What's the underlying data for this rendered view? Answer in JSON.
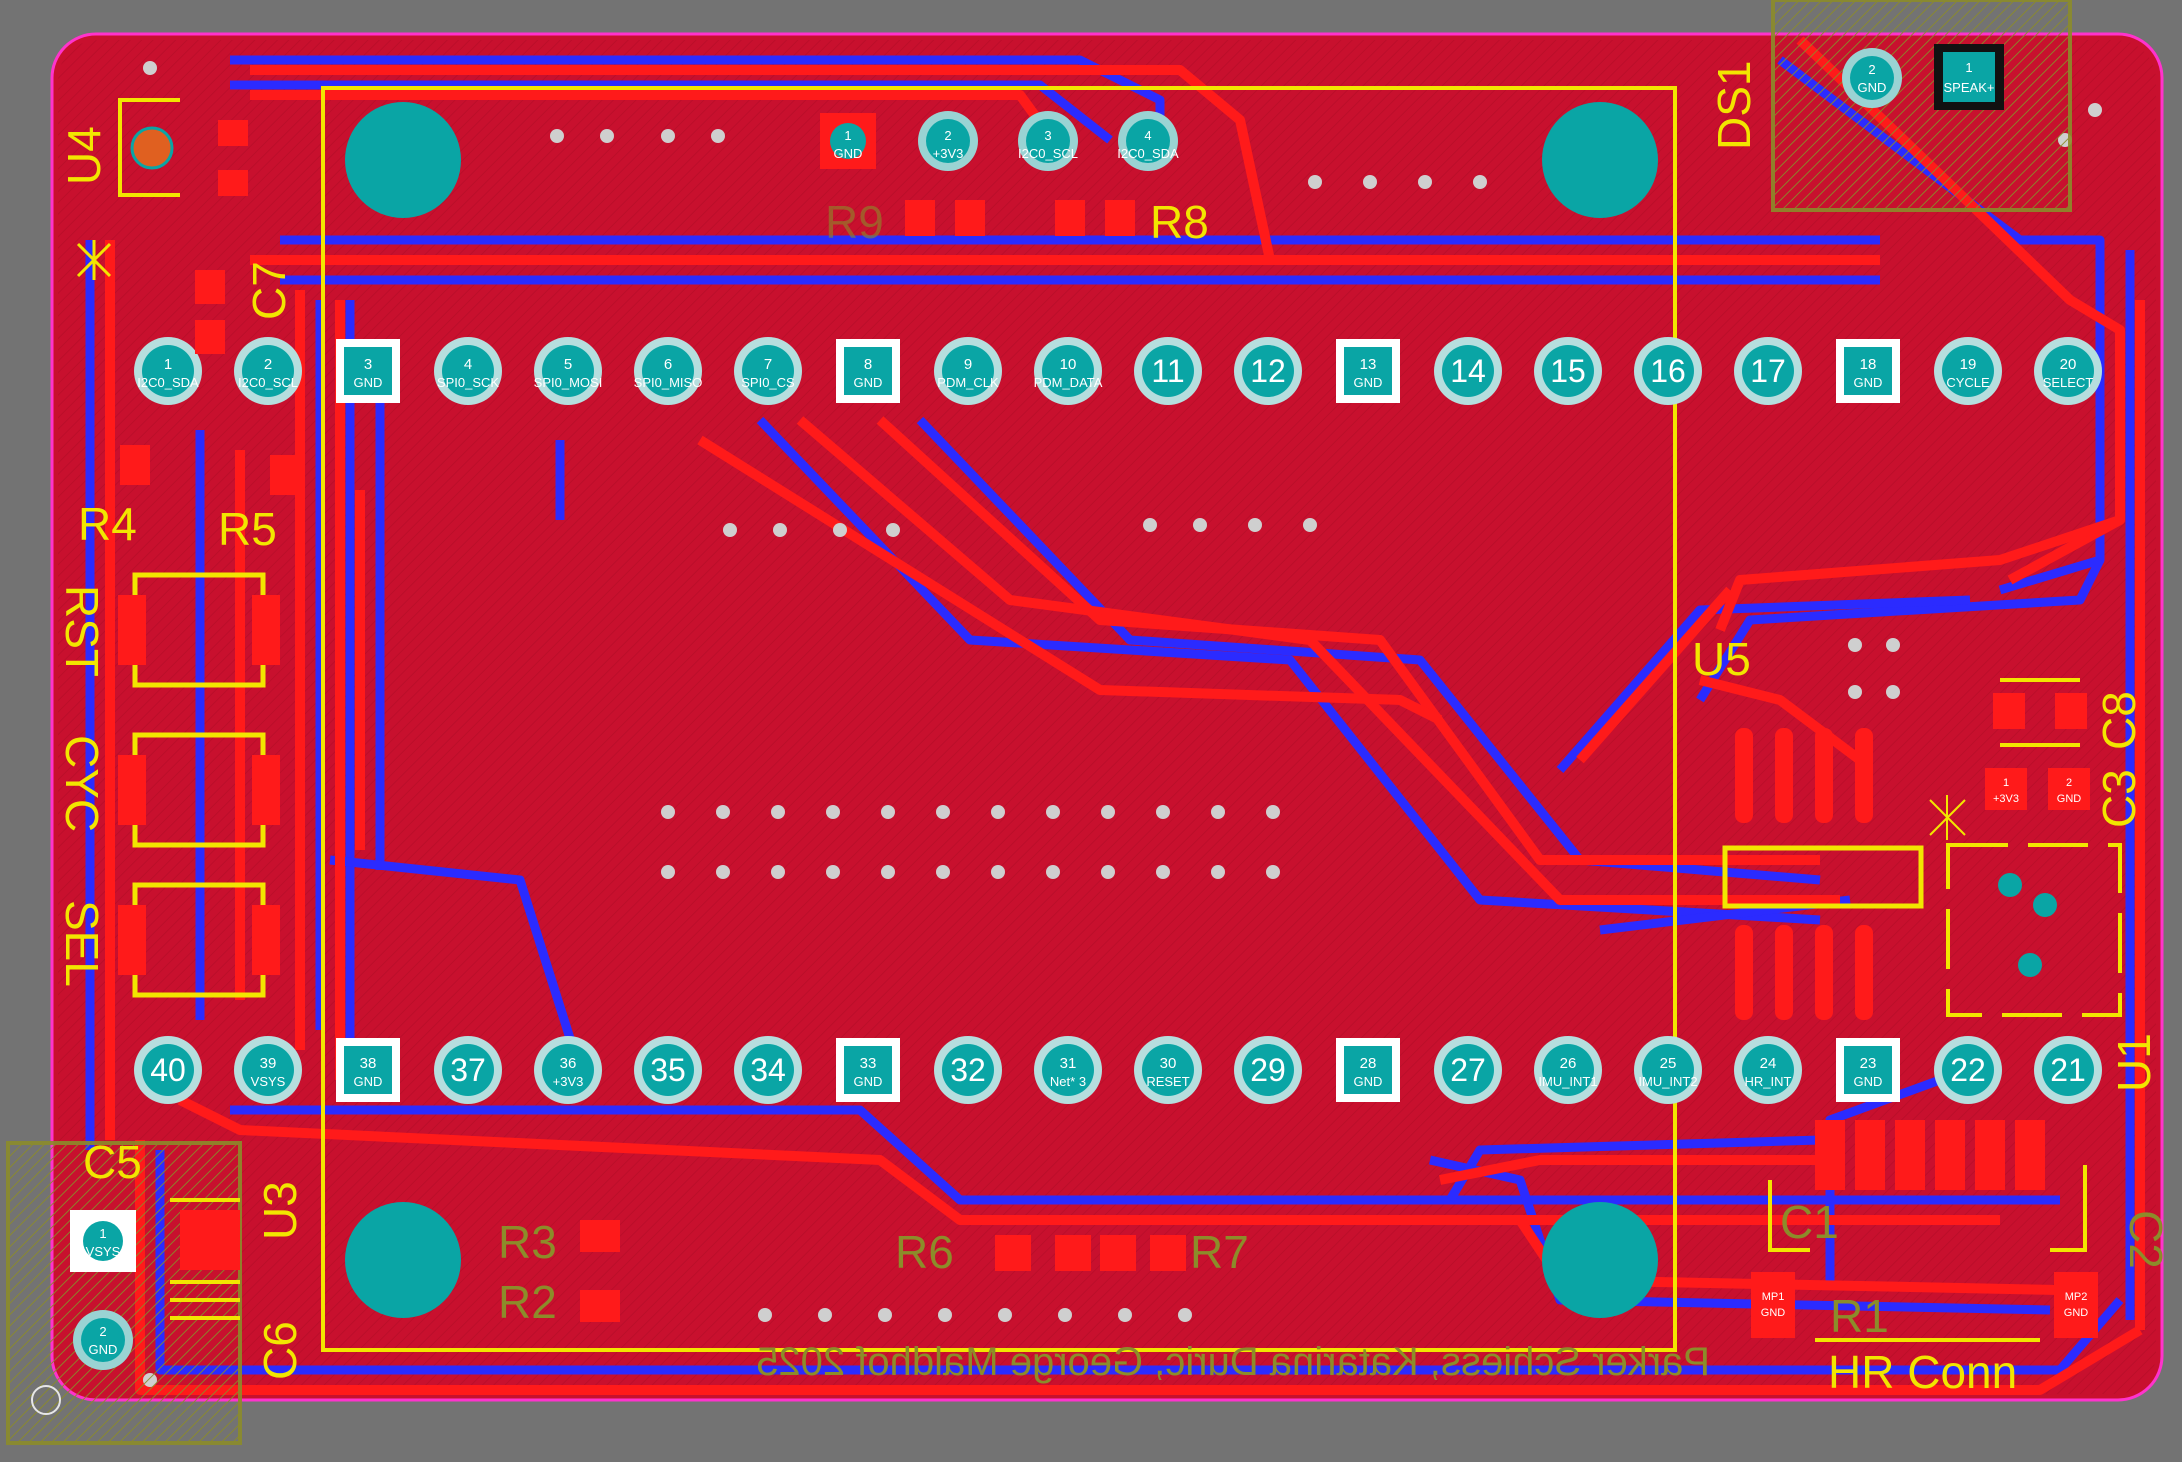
{
  "colors": {
    "background": "#737373",
    "board": "#c8102e",
    "top_copper": "#ff1a1a",
    "bottom_copper": "#2b2bff",
    "pad": "#0aa5a5",
    "silkscreen": "#f2e600",
    "bottom_silk": "#8c8c2a",
    "outline": "#ff33cc"
  },
  "designators": {
    "u4": "U4",
    "c7": "C7",
    "r4": "R4",
    "r5": "R5",
    "r9": "R9",
    "r8": "R8",
    "ds1": "DS1",
    "u5": "U5",
    "c8": "C8",
    "c3": "C3",
    "u1": "U1",
    "c5": "C5",
    "u3": "U3",
    "c6": "C6",
    "r3": "R3",
    "r2": "R2",
    "r6": "R6",
    "r7": "R7",
    "c1": "C1",
    "c2": "C2",
    "r1": "R1",
    "hr_conn": "HR Conn"
  },
  "buttons": {
    "rst": "RST",
    "cyc": "CYC",
    "sel": "SEL"
  },
  "credit": "Parker Schiess, Katarina Duric, George Maldhof 2025",
  "top_header_pins": [
    {
      "num": "1",
      "name": "I2C0_SDA",
      "square": false
    },
    {
      "num": "2",
      "name": "I2C0_SCL",
      "square": false
    },
    {
      "num": "3",
      "name": "GND",
      "square": true
    },
    {
      "num": "4",
      "name": "SPI0_SCK",
      "square": false
    },
    {
      "num": "5",
      "name": "SPI0_MOSI",
      "square": false
    },
    {
      "num": "6",
      "name": "SPI0_MISO",
      "square": false
    },
    {
      "num": "7",
      "name": "SPI0_CS",
      "square": false
    },
    {
      "num": "8",
      "name": "GND",
      "square": true
    },
    {
      "num": "9",
      "name": "PDM_CLK",
      "square": false
    },
    {
      "num": "10",
      "name": "PDM_DATA",
      "square": false
    },
    {
      "num": "11",
      "name": "",
      "square": false
    },
    {
      "num": "12",
      "name": "",
      "square": false
    },
    {
      "num": "13",
      "name": "GND",
      "square": true
    },
    {
      "num": "14",
      "name": "",
      "square": false
    },
    {
      "num": "15",
      "name": "",
      "square": false
    },
    {
      "num": "16",
      "name": "",
      "square": false
    },
    {
      "num": "17",
      "name": "",
      "square": false
    },
    {
      "num": "18",
      "name": "GND",
      "square": true
    },
    {
      "num": "19",
      "name": "CYCLE",
      "square": false
    },
    {
      "num": "20",
      "name": "SELECT",
      "square": false
    }
  ],
  "bottom_header_pins": [
    {
      "num": "40",
      "name": "",
      "square": false
    },
    {
      "num": "39",
      "name": "VSYS",
      "square": false
    },
    {
      "num": "38",
      "name": "GND",
      "square": true
    },
    {
      "num": "37",
      "name": "",
      "square": false
    },
    {
      "num": "36",
      "name": "+3V3",
      "square": false
    },
    {
      "num": "35",
      "name": "",
      "square": false
    },
    {
      "num": "34",
      "name": "",
      "square": false
    },
    {
      "num": "33",
      "name": "GND",
      "square": true
    },
    {
      "num": "32",
      "name": "",
      "square": false
    },
    {
      "num": "31",
      "name": "Net* 3",
      "square": false
    },
    {
      "num": "30",
      "name": "RESET",
      "square": false
    },
    {
      "num": "29",
      "name": "",
      "square": false
    },
    {
      "num": "28",
      "name": "GND",
      "square": true
    },
    {
      "num": "27",
      "name": "",
      "square": false
    },
    {
      "num": "26",
      "name": "IMU_INT1",
      "square": false
    },
    {
      "num": "25",
      "name": "IMU_INT2",
      "square": false
    },
    {
      "num": "24",
      "name": "HR_INT",
      "square": false
    },
    {
      "num": "23",
      "name": "GND",
      "square": true
    },
    {
      "num": "22",
      "name": "",
      "square": false
    },
    {
      "num": "21",
      "name": "",
      "square": false
    }
  ],
  "i2c_connector": [
    {
      "num": "1",
      "name": "GND"
    },
    {
      "num": "2",
      "name": "+3V3"
    },
    {
      "num": "3",
      "name": "I2C0_SCL"
    },
    {
      "num": "4",
      "name": "I2C0_SDA"
    }
  ],
  "ds1_pads": [
    {
      "num": "2",
      "name": "GND"
    },
    {
      "num": "1",
      "name": "SPEAK+"
    }
  ],
  "battery_pads": [
    {
      "num": "1",
      "name": "VSYS"
    },
    {
      "num": "2",
      "name": "GND"
    }
  ],
  "u1_pads": [
    {
      "num": "1",
      "name": "+3V3"
    },
    {
      "num": "2",
      "name": "GND"
    }
  ],
  "hr_mount_pads": [
    {
      "num": "MP1",
      "name": "GND"
    },
    {
      "num": "MP2",
      "name": "GND"
    }
  ]
}
